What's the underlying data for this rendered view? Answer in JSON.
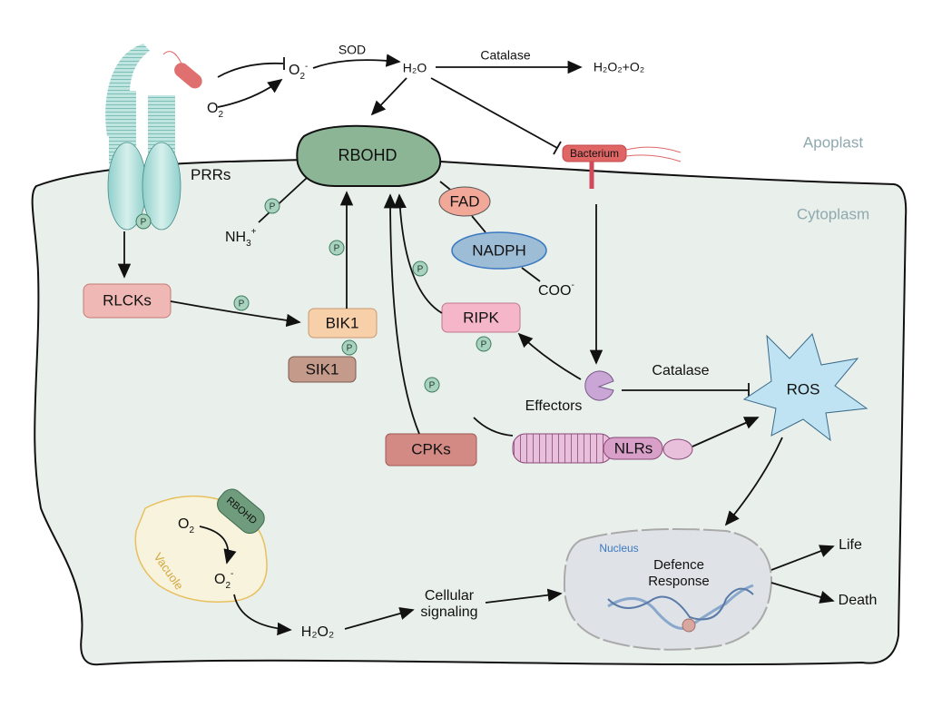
{
  "compartments": {
    "apoplast": "Apoplast",
    "cytoplasm": "Cytoplasm",
    "vacuole": "Vacuole",
    "nucleus": "Nucleus"
  },
  "top": {
    "o2": "O",
    "o2_sub": "2",
    "o2minus": "O",
    "o2minus_sub": "2",
    "o2minus_sup": "-",
    "sod": "SOD",
    "h2o": "H₂O",
    "catalase": "Catalase",
    "products": "H₂O₂+O₂"
  },
  "nodes": {
    "rbohd": "RBOHD",
    "prrs": "PRRs",
    "nh3": "NH",
    "nh3_sub": "3",
    "nh3_sup": "+",
    "bacterium": "Bacterium",
    "fad": "FAD",
    "nadph": "NADPH",
    "coo": "COO",
    "coo_sup": "-",
    "rlcks": "RLCKs",
    "bik1": "BIK1",
    "sik1": "SIK1",
    "ripk": "RIPK",
    "cpks": "CPKs",
    "effectors": "Effectors",
    "catalase2": "Catalase",
    "ros": "ROS",
    "nlrs": "NLRs",
    "phospho": "P"
  },
  "bottom": {
    "vac_rbohd": "RBOHD",
    "vac_o2": "O",
    "vac_o2_sub": "2",
    "vac_o2m": "O",
    "vac_o2m_sub": "2",
    "vac_o2m_sup": "-",
    "h2o2": "H₂O₂",
    "signal1": "Cellular",
    "signal2": "signaling",
    "defence1": "Defence",
    "defence2": "Response",
    "life": "Life",
    "death": "Death"
  },
  "colors": {
    "cell": "#e9efeb",
    "rbohd": "#8cb596",
    "bacterium": "#e06666",
    "fad": "#f2a898",
    "nadph": "#9dbcd6",
    "rlcks": "#f0b8b4",
    "bik1": "#f7cfa8",
    "sik1": "#c49a8a",
    "ripk": "#f4b6c8",
    "cpks": "#d38a84",
    "ros": "#bfe3f2",
    "receptor": "#a8dcd8",
    "vacuole": "#f7f3dc",
    "nucleus": "#dfe3e8",
    "label": "#8fa8ae"
  }
}
